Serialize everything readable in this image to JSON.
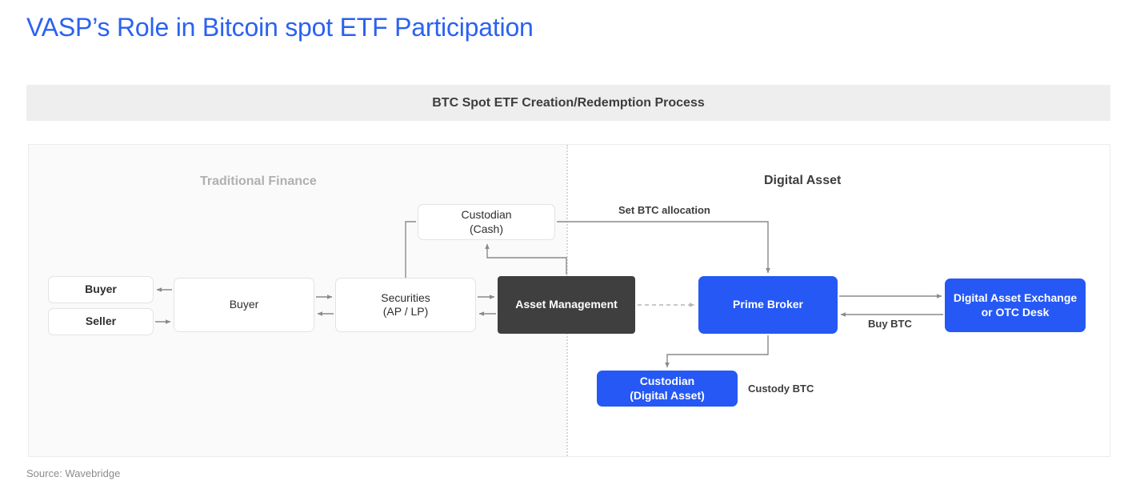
{
  "page": {
    "title": "VASP’s Role in Bitcoin spot ETF Participation",
    "title_color": "#2B62F0",
    "source_note": "Source: Wavebridge"
  },
  "subtitle_bar": {
    "text": "BTC Spot ETF Creation/Redemption Process",
    "background": "#eeeeee"
  },
  "diagram": {
    "sections": [
      {
        "name": "traditional-finance",
        "label": "Traditional Finance",
        "label_color": "#b0b0b0"
      },
      {
        "name": "digital-asset",
        "label": "Digital Asset",
        "label_color": "#3d3d3d"
      }
    ],
    "colors": {
      "blue": "#2558F5",
      "dark": "#3f3f3f",
      "plain_border": "#e3e3e3",
      "panel": "#fafafa",
      "edge": "#8a8a8a"
    },
    "nodes": [
      {
        "id": "buyer-small",
        "label": "Buyer",
        "style": "plain"
      },
      {
        "id": "seller-small",
        "label": "Seller",
        "style": "plain"
      },
      {
        "id": "buyer-main",
        "label": "Buyer",
        "style": "plain"
      },
      {
        "id": "securities",
        "label": "Securities\n(AP / LP)",
        "style": "plain"
      },
      {
        "id": "custodian-cash",
        "label": "Custodian\n(Cash)",
        "style": "plain"
      },
      {
        "id": "asset-management",
        "label": "Asset Management",
        "style": "dark"
      },
      {
        "id": "prime-broker",
        "label": "Prime Broker",
        "style": "blue"
      },
      {
        "id": "digital-asset-exchange",
        "label": "Digital Asset Exchange\nor OTC Desk",
        "style": "blue"
      },
      {
        "id": "custodian-digital",
        "label": "Custodian\n(Digital Asset)",
        "style": "blue"
      }
    ],
    "node_labels": {
      "buyer_small": "Buyer",
      "seller_small": "Seller",
      "buyer_main": "Buyer",
      "securities_line1": "Securities",
      "securities_line2": "(AP / LP)",
      "custodian_cash_line1": "Custodian",
      "custodian_cash_line2": "(Cash)",
      "asset_management": "Asset Management",
      "prime_broker": "Prime Broker",
      "dae_line1": "Digital Asset Exchange",
      "dae_line2": "or OTC Desk",
      "custodian_da_line1": "Custodian",
      "custodian_da_line2": "(Digital Asset)"
    },
    "edge_labels": {
      "set_btc_allocation": "Set BTC allocation",
      "buy_btc": "Buy BTC",
      "custody_btc": "Custody BTC"
    }
  }
}
